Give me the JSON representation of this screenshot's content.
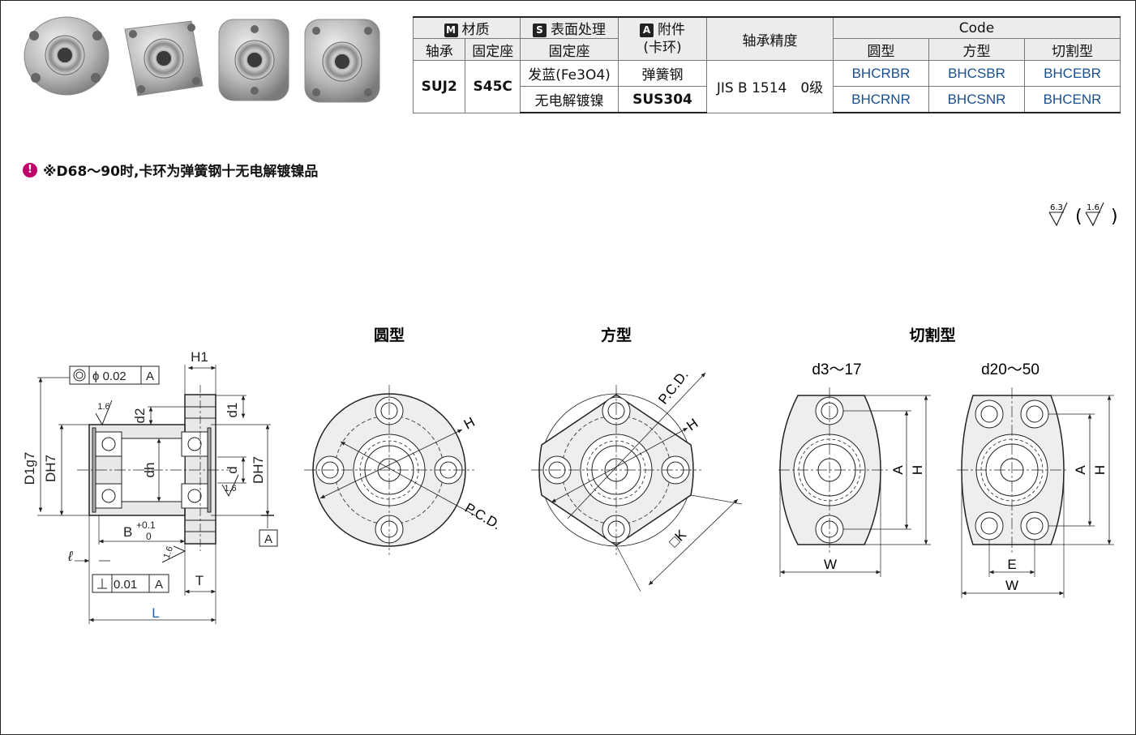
{
  "table": {
    "material_header": "材质",
    "material_tag": "M",
    "surface_header": "表面处理",
    "surface_tag": "S",
    "accessory_header": "附件",
    "accessory_tag": "A",
    "accessory_sub": "(卡环)",
    "precision_header": "轴承精度",
    "code_header": "Code",
    "col_bearing": "轴承",
    "col_holder": "固定座",
    "col_holder_surface": "固定座",
    "col_round": "圆型",
    "col_square": "方型",
    "col_cut": "切割型",
    "bearing_material": "SUJ2",
    "holder_material": "S45C",
    "surface_1": "发蓝(Fe3O4)",
    "surface_2": "无电解镀镍",
    "accessory_1": "弹簧钢",
    "accessory_2": "SUS304",
    "precision": "JIS B 1514　0级",
    "codes_row1": [
      "BHCRBR",
      "BHCSBR",
      "BHCEBR"
    ],
    "codes_row2": [
      "BHCRNR",
      "BHCSNR",
      "BHCENR"
    ]
  },
  "note": "※D68～90时,卡环为弹簧钢十无电解镀镍品",
  "note_icon": "exclamation-icon",
  "roughness": {
    "main": "6.3",
    "paren": "1.6"
  },
  "views": {
    "round": "圆型",
    "square": "方型",
    "cut": "切割型",
    "cut_small": "d3～17",
    "cut_large": "d20～50"
  },
  "dims": {
    "H1": "H1",
    "d2": "d2",
    "d1": "d1",
    "D1g7": "D1g7",
    "DH7": "DH7",
    "dh": "dh",
    "d": "d",
    "B": "B",
    "B_tol_plus": "+0.1",
    "B_tol_zero": "0",
    "l": "ℓ",
    "T": "T",
    "L": "L",
    "A": "A",
    "H": "H",
    "PCD": "P.C.D.",
    "K": "□K",
    "W": "W",
    "E": "E",
    "conc_tol": "ϕ 0.02",
    "perp_tol": "0.01",
    "datum": "A",
    "surf16": "1.6"
  },
  "colors": {
    "code_blue": "#1a4f8f",
    "note_icon": "#c0006a",
    "dim_L_blue": "#1a5fb0"
  }
}
